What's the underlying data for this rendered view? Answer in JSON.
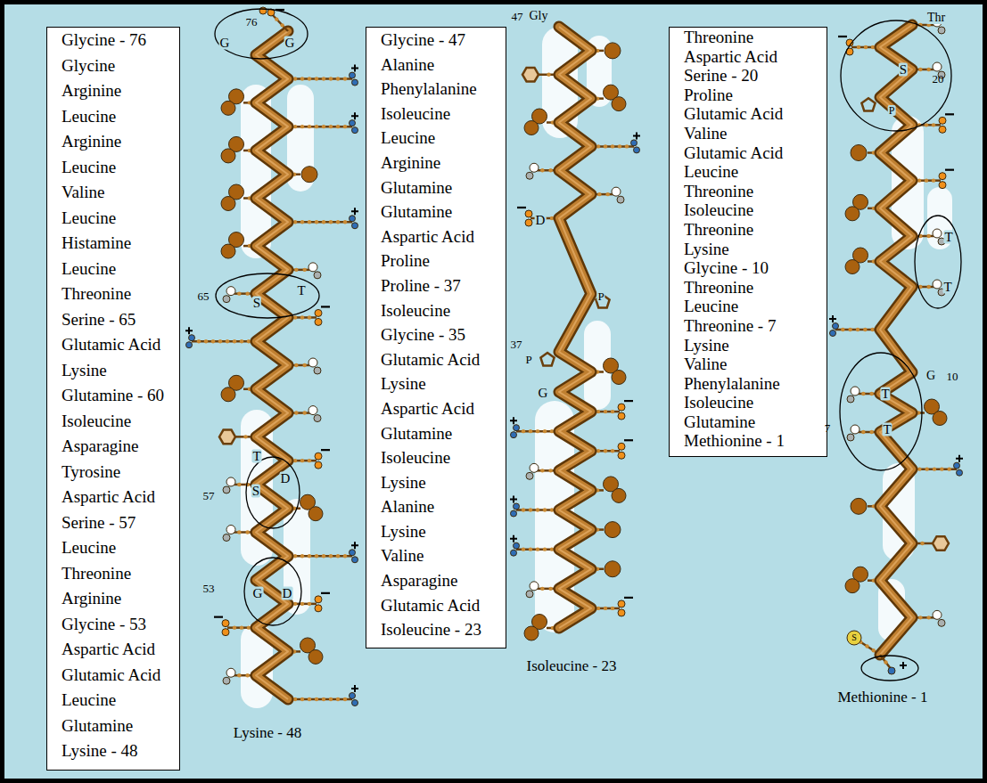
{
  "diagram": {
    "nodes": [
      {
        "text": [
          "Glycine - 76",
          "Glycine",
          "Arginine",
          "Leucine",
          "Arginine",
          "Leucine",
          "Valine",
          "Leucine",
          "Histamine",
          "Leucine",
          "Threonine",
          "Serine - 65",
          "Glutamic Acid",
          "Lysine",
          "Glutamine - 60",
          "Isoleucine",
          "Asparagine",
          "Tyrosine",
          "Aspartic Acid",
          "Serine - 57",
          "Leucine",
          "Threonine",
          "Arginine",
          "Glycine - 53",
          "Aspartic Acid",
          "Glutamic Acid",
          "Leucine",
          "Glutamine",
          "Lysine - 48"
        ]
      },
      {
        "text": [
          "Glycine - 47",
          "Alanine",
          "Phenylalanine",
          "Isoleucine",
          "Leucine",
          "Arginine",
          "Glutamine",
          "Glutamine",
          "Aspartic Acid",
          "Proline",
          "Proline - 37",
          "Isoleucine",
          "Glycine - 35",
          "Glutamic Acid",
          "Lysine",
          "Aspartic Acid",
          "Glutamine",
          "Isoleucine",
          "Lysine",
          "Alanine",
          "Lysine",
          "Valine",
          "Asparagine",
          "Glutamic Acid",
          "Isoleucine - 23"
        ]
      },
      {
        "text": [
          "Threonine",
          "Aspartic Acid",
          "Serine - 20",
          "Proline",
          "Glutamic Acid",
          "Valine",
          "Glutamic Acid",
          "Leucine",
          "Threonine",
          "Isoleucine",
          "Threonine",
          "Lysine",
          "Glycine - 10",
          "Threonine",
          "Leucine",
          "Threonine - 7",
          "Lysine",
          "Valine",
          "Phenylalanine",
          "Isoleucine",
          "Glutamine",
          "Methionine - 1"
        ]
      }
    ],
    "labels": [
      "76",
      "G",
      "G",
      "65",
      "S",
      "T",
      "T",
      "57",
      "S",
      "D",
      "53",
      "G",
      "D",
      "Lysine - 48",
      "47",
      "Gly",
      "D",
      "P",
      "37",
      "P",
      "G",
      "Isoleucine - 23",
      "Thr",
      "S",
      "20",
      "P",
      "T",
      "T",
      "G",
      "10",
      "T",
      "7",
      "T",
      "S",
      "Methionine - 1"
    ]
  }
}
